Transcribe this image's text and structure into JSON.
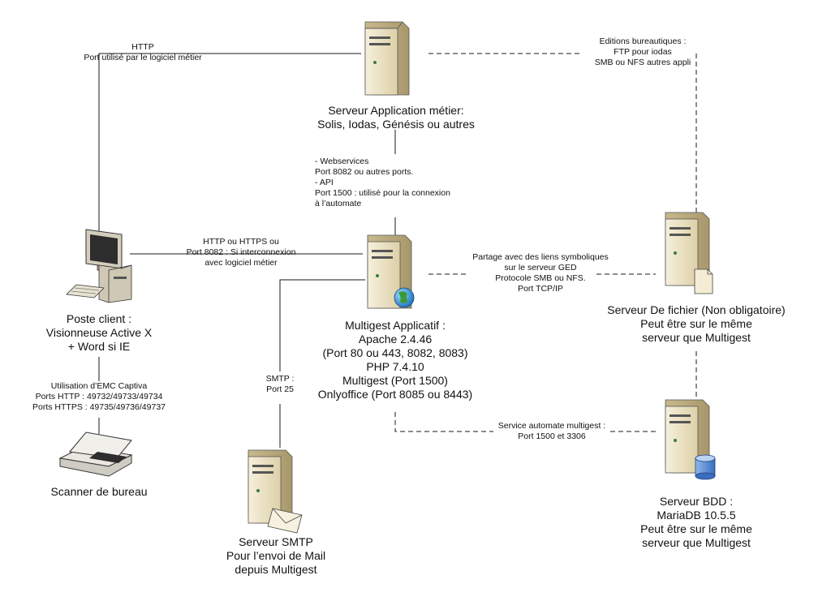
{
  "nodes": {
    "app_server": {
      "lines": [
        "Serveur Application métier:",
        "Solis, Iodas, Génésis ou autres"
      ]
    },
    "multigest": {
      "lines": [
        "Multigest Applicatif :",
        "Apache 2.4.46",
        "(Port 80 ou 443, 8082, 8083)",
        "PHP 7.4.10",
        "Multigest (Port 1500)",
        "Onlyoffice (Port 8085 ou 8443)"
      ]
    },
    "client": {
      "lines": [
        "Poste client :",
        "Visionneuse Active X",
        "+ Word si IE"
      ]
    },
    "scanner": {
      "lines": [
        "Scanner de bureau"
      ]
    },
    "file_server": {
      "lines": [
        "Serveur De fichier (Non obligatoire)",
        "Peut être sur le même",
        "serveur que Multigest"
      ]
    },
    "db_server": {
      "lines": [
        "Serveur BDD :",
        "MariaDB 10.5.5",
        "Peut être sur le même",
        "serveur que Multigest"
      ]
    },
    "smtp_server": {
      "lines": [
        "Serveur SMTP",
        "Pour l’envoi de Mail",
        "depuis Multigest"
      ]
    }
  },
  "edges": {
    "http_client_app": {
      "lines": [
        "HTTP",
        "Port utilisé par le logiciel métier"
      ]
    },
    "http_client_multigest": {
      "lines": [
        "HTTP ou HTTPS ou",
        "Port 8082 : Si interconnexion",
        "avec logiciel métier"
      ]
    },
    "webservices": {
      "lines": [
        "- Webservices",
        "Port 8082 ou autres ports.",
        "- API",
        "Port 1500 : utilisé pour la connexion",
        "à l’automate"
      ]
    },
    "office_editions": {
      "lines": [
        "Editions bureautiques :",
        "FTP pour iodas",
        "SMB ou NFS autres appli"
      ]
    },
    "share_links": {
      "lines": [
        "Partage avec des liens symboliques",
        "sur le serveur GED",
        "Protocole SMB ou NFS.",
        "Port TCP/IP"
      ]
    },
    "emc_captiva": {
      "lines": [
        "Utilisation d’EMC Captiva",
        "Ports HTTP : 49732/49733/49734",
        "Ports HTTPS : 49735/49736/49737"
      ]
    },
    "smtp": {
      "lines": [
        "SMTP :",
        "Port 25"
      ]
    },
    "automate_service": {
      "lines": [
        "Service automate multigest :",
        "Port 1500 et 3306"
      ]
    }
  },
  "icons": {
    "app_server": "server-tower-icon",
    "multigest": "web-server-globe-icon",
    "client": "desktop-computer-icon",
    "scanner": "flatbed-scanner-icon",
    "file_server": "file-server-icon",
    "db_server": "database-server-icon",
    "smtp_server": "mail-server-icon"
  },
  "colors": {
    "server_body": "#e9dfc1",
    "server_side": "#b9a97d",
    "line": "#1a1a1a",
    "globe": "#2f8a3e"
  }
}
